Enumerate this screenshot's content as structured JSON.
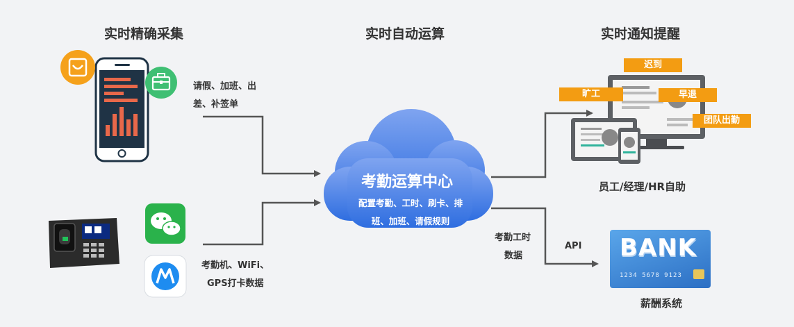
{
  "columns": {
    "collect": "实时精确采集",
    "compute": "实时自动运算",
    "notify": "实时通知提醒"
  },
  "inputs": {
    "requests_label_line1": "请假、加班、出",
    "requests_label_line2": "差、补签单",
    "devices_label_line1": "考勤机、WiFi、",
    "devices_label_line2": "GPS打卡数据"
  },
  "cloud": {
    "title": "考勤运算中心",
    "subtitle_line1": "配置考勤、工时、刷卡、排",
    "subtitle_line2": "班、加班、请假规则"
  },
  "notify": {
    "tags": {
      "late": "迟到",
      "absent": "旷工",
      "early": "早退",
      "team": "团队出勤"
    },
    "label": "员工/经理/HR自助"
  },
  "payroll": {
    "link_label_line1": "考勤工时",
    "link_label_line2": "数据",
    "api_label": "API",
    "card_text": "BANK",
    "card_number": "1234 5678 9123",
    "label": "薪酬系统"
  },
  "colors": {
    "arrow": "#555555",
    "tag": "#f39c12",
    "cloud_top": "#7fa4f0",
    "cloud_bottom": "#2f6ee0",
    "phone_bar": "#e8684a",
    "card": "#3b7fd4"
  },
  "icons": [
    "smartphone-icon",
    "bag-icon",
    "briefcase-icon",
    "fingerprint-terminal-icon",
    "wechat-icon",
    "dingtalk-icon",
    "monitor-icon",
    "tablet-icon",
    "bank-card-icon"
  ]
}
